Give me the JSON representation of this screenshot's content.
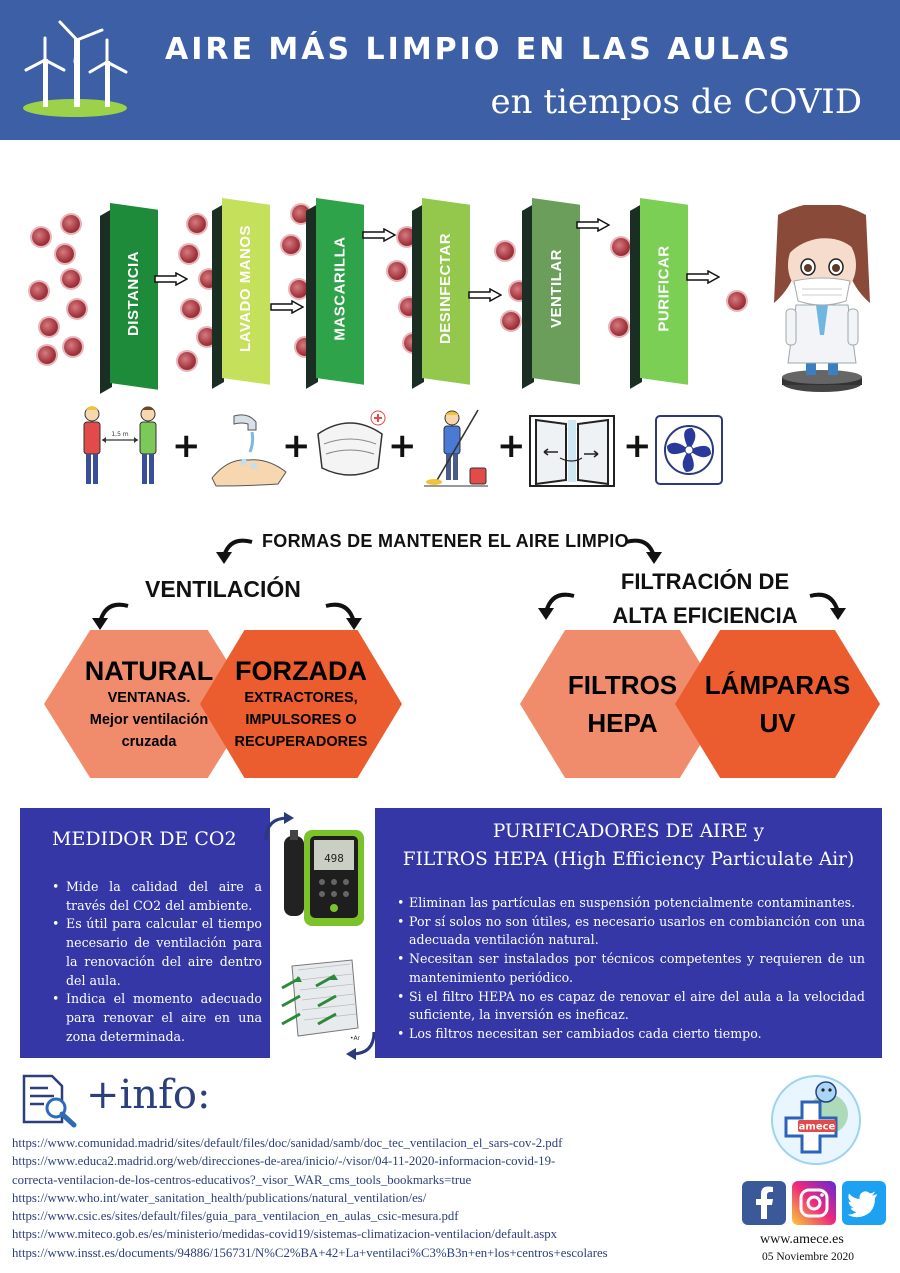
{
  "header": {
    "title": "AIRE MÁS LIMPIO EN LAS AULAS",
    "subtitle": "en tiempos de COVID"
  },
  "barriers": [
    {
      "label": "DISTANCIA",
      "color": "#1e8b3a"
    },
    {
      "label": "LAVADO MANOS",
      "color": "#c5e05a"
    },
    {
      "label": "MASCARILLA",
      "color": "#2fa34a"
    },
    {
      "label": "DESINFECTAR",
      "color": "#93c84c"
    },
    {
      "label": "VENTILAR",
      "color": "#6a9e5a"
    },
    {
      "label": "PURIFICAR",
      "color": "#7ccf55"
    }
  ],
  "icons": {
    "distance_label": "1,5 m",
    "plus": "+"
  },
  "forms": {
    "heading": "FORMAS DE MANTENER EL AIRE LIMPIO",
    "ventilation": {
      "heading": "VENTILACIÓN",
      "natural_title": "NATURAL",
      "natural_text": [
        "VENTANAS.",
        "Mejor ventilación",
        "cruzada"
      ],
      "forced_title": "FORZADA",
      "forced_text": [
        "EXTRACTORES,",
        "IMPULSORES O",
        "RECUPERADORES"
      ]
    },
    "filtration": {
      "heading_line1": "FILTRACIÓN DE",
      "heading_line2": "ALTA EFICIENCIA",
      "hepa": [
        "FILTROS",
        "HEPA"
      ],
      "uv": [
        "LÁMPARAS",
        "UV"
      ]
    }
  },
  "co2": {
    "title": "MEDIDOR DE CO2",
    "meter_reading": "498",
    "items": [
      "Mide la calidad del aire a través del CO2  del ambiente.",
      "Es útil para calcular el tiempo necesario de ventilación para la renovación del aire dentro del aula.",
      "Indica el momento adecuado para renovar el aire en una zona determinada."
    ]
  },
  "purifiers": {
    "title_line1": "PURIFICADORES DE AIRE y",
    "title_line2": "FILTROS HEPA (High Efficiency Particulate Air)",
    "items": [
      "Eliminan las partículas en suspensión potencialmente contaminantes.",
      "Por sí solos no son útiles, es necesario usarlos en combianción con una adecuada ventilación natural.",
      "Necesitan ser instalados por técnicos competentes y requieren de un mantenimiento periódico.",
      "Si el filtro HEPA no es capaz de renovar el aire del aula a la velocidad suficiente, la inversión es ineficaz.",
      "Los filtros necesitan ser cambiados cada cierto tiempo."
    ]
  },
  "info": {
    "title": "+info:",
    "links": [
      "https://www.comunidad.madrid/sites/default/files/doc/sanidad/samb/doc_tec_ventilacion_el_sars-cov-2.pdf",
      "https://www.educa2.madrid.org/web/direcciones-de-area/inicio/-/visor/04-11-2020-informacion-covid-19-",
      "correcta-ventilacion-de-los-centros-educativos?_visor_WAR_cms_tools_bookmarks=true",
      "https://www.who.int/water_sanitation_health/publications/natural_ventilation/es/",
      "https://www.csic.es/sites/default/files/guia_para_ventilacion_en_aulas_csic-mesura.pdf",
      "https://www.miteco.gob.es/es/ministerio/medidas-covid19/sistemas-climatizacion-ventilacion/default.aspx",
      "https://www.insst.es/documents/94886/156731/N%C2%BA+42+La+ventilaci%C3%B3n+en+los+centros+escolares"
    ]
  },
  "footer": {
    "logo_text": "amece",
    "website": "www.amece.es",
    "date": "05 Noviembre 2020",
    "social": [
      "facebook-icon",
      "instagram-icon",
      "twitter-icon"
    ]
  },
  "colors": {
    "header_bg": "#3c5fa5",
    "box_bg": "#3437a5",
    "hex_light": "#f08c6c",
    "hex_dark": "#eb5c2f",
    "facebook": "#3b5998",
    "twitter": "#1da1f2"
  }
}
